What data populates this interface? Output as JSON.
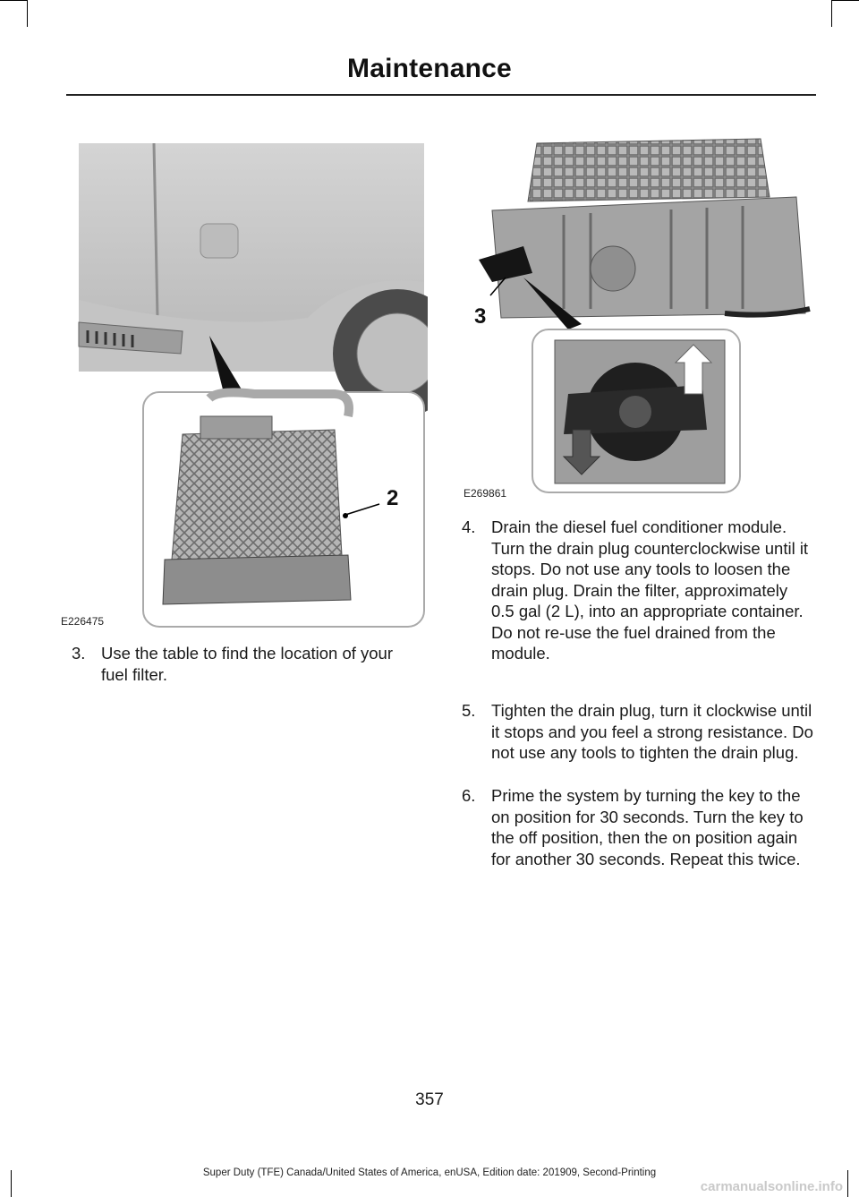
{
  "header": {
    "title": "Maintenance"
  },
  "figures": [
    {
      "code": "E226475",
      "callout": "2"
    },
    {
      "code": "E269861",
      "callout": "3"
    }
  ],
  "steps": [
    {
      "num": "3.",
      "text": "Use the table to find the location of your fuel filter."
    },
    {
      "num": "4.",
      "text": "Drain the diesel fuel conditioner module.  Turn the drain plug counterclockwise until it stops.  Do not use any tools to loosen the drain plug. Drain the filter, approximately 0.5 gal (2 L), into an appropriate container. Do not re-use the fuel drained from the module."
    },
    {
      "num": "5.",
      "text": "Tighten the drain plug, turn it clockwise until it stops and you feel a strong resistance.  Do not use any tools to tighten the drain plug."
    },
    {
      "num": "6.",
      "text": "Prime the system by turning the key to the on position for 30 seconds. Turn the key to the off position, then the on position again for another 30 seconds. Repeat this twice."
    }
  ],
  "footer": {
    "page_number": "357",
    "edition": "Super Duty (TFE) Canada/United States of America, enUSA, Edition date: 201909, Second-Printing",
    "watermark": "carmanualsonline.info"
  }
}
